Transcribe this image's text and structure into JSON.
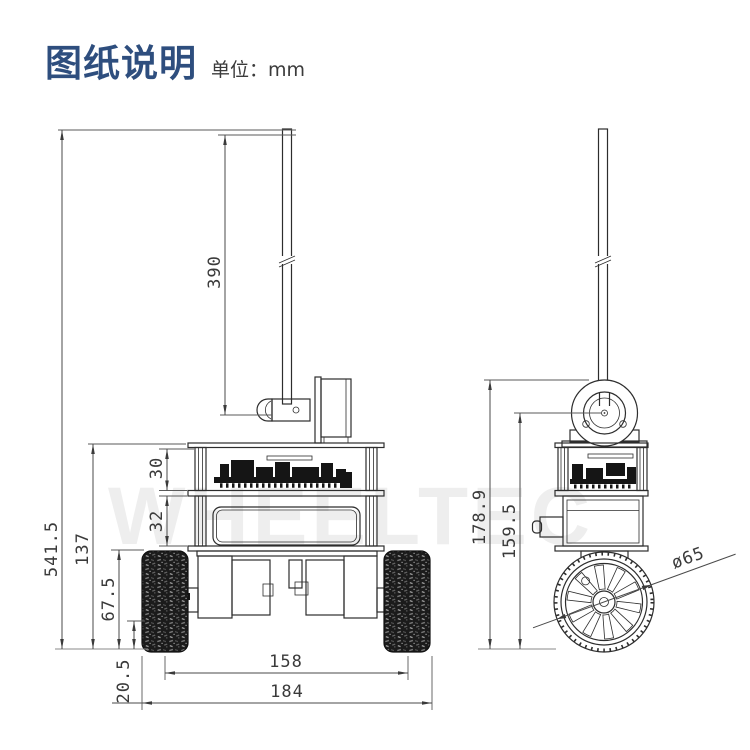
{
  "header": {
    "title": "图纸说明",
    "unit_label": "单位：mm"
  },
  "watermark": "WHEELTEC",
  "colors": {
    "title_blue": "#2e4e7e",
    "line": "#2d2d2d",
    "dim_text": "#3a3a3a",
    "watermark": "#eeeeee",
    "tire": "#1b1b1b"
  },
  "drawing": {
    "front_view": {
      "dims": {
        "overall_height": "541.5",
        "mast_height": "390",
        "body_height": "137",
        "wheel_height": "67.5",
        "ground_clearance": "20.5",
        "upper_deck_height": "30",
        "lower_deck_height": "32",
        "track_width": "158",
        "overall_width": "184"
      }
    },
    "side_view": {
      "dims": {
        "hub_top_height": "178.9",
        "hub_center_height": "159.5",
        "wheel_diameter": "ø65"
      }
    }
  }
}
